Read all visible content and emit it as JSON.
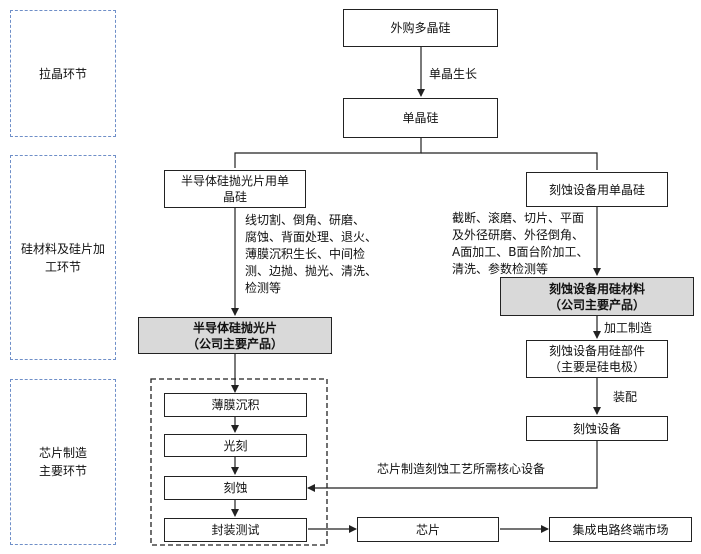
{
  "sections": {
    "crystal": "拉晶环节",
    "silicon": "硅材料及硅片加\n工环节",
    "chip": "芯片制造\n主要环节"
  },
  "nodes": {
    "purchased_poly": "外购多晶硅",
    "mono_silicon": "单晶硅",
    "semi_mono": "半导体硅抛光片用单\n晶硅",
    "etch_mono": "刻蚀设备用单晶硅",
    "polished_wafer": "半导体硅抛光片\n（公司主要产品）",
    "etch_material": "刻蚀设备用硅材料\n（公司主要产品）",
    "etch_parts": "刻蚀设备用硅部件\n（主要是硅电极）",
    "etch_equipment": "刻蚀设备",
    "film": "薄膜沉积",
    "litho": "光刻",
    "etch": "刻蚀",
    "package": "封装测试",
    "chip": "芯片",
    "market": "集成电路终端市场"
  },
  "edge_labels": {
    "growth": "单晶生长",
    "left_process": "线切割、倒角、研磨、\n腐蚀、背面处理、退火、\n薄膜沉积生长、中间检\n测、边抛、抛光、清洗、\n检测等",
    "right_process": "截断、滚磨、切片、平面\n及外径研磨、外径倒角、\nA面加工、B面台阶加工、\n清洗、参数检测等",
    "machining": "加工制造",
    "assembly": "装配",
    "core_equipment": "芯片制造刻蚀工艺所需核心设备"
  }
}
